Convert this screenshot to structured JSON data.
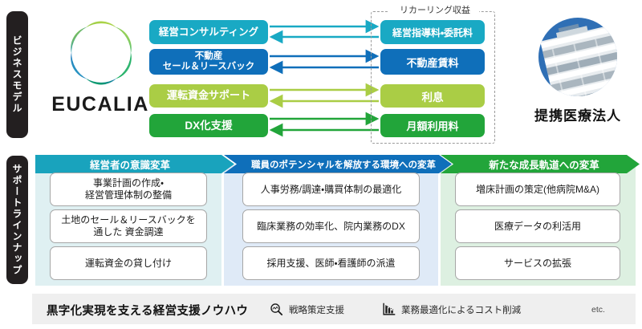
{
  "sidebar_tabs": [
    {
      "name": "business-model",
      "label": "ビジネスモデル"
    },
    {
      "name": "support-lineup",
      "label": "サポートラインナップ"
    }
  ],
  "business_model": {
    "brand": {
      "wordmark": "EUCALIA",
      "logo_icon": "eucalia-ring-logo"
    },
    "services": [
      {
        "label": "経営コンサルティング",
        "color": "#19a9c4"
      },
      {
        "label": "不動産\nセール＆リースバック",
        "color": "#0f6fba"
      },
      {
        "label": "運転資金サポート",
        "color": "#aacd45"
      },
      {
        "label": "DX化支援",
        "color": "#22a53a"
      }
    ],
    "recurring": {
      "frame_label": "リカーリング収益",
      "revenues": [
        {
          "label": "経営指導料・委託料",
          "color": "#19a9c4"
        },
        {
          "label": "不動産賃料",
          "color": "#0f6fba"
        },
        {
          "label": "利息",
          "color": "#aacd45"
        },
        {
          "label": "月額利用料",
          "color": "#22a53a"
        }
      ]
    },
    "partner": {
      "label": "提携医療法人",
      "photo_icon": "hospital-building-photo"
    }
  },
  "support_lineup": {
    "columns": [
      {
        "header": "経営者の意識変革",
        "header_color": "#19a3bd",
        "body_color": "#dff0f2",
        "items": [
          "事業計画の作成・\n経営管理体制の整備",
          "土地のセール＆リースバックを\n通した 資金調達",
          "運転資金の貸し付け"
        ]
      },
      {
        "header": "職員のポテンシャルを解放する環境への変革",
        "header_color": "#0f6fba",
        "body_color": "#dfeaf7",
        "items": [
          "人事労務/調達・購買体制の最適化",
          "臨床業務の効率化、院内業務のDX",
          "採用支援、医師・看護師の派遣"
        ]
      },
      {
        "header": "新たな成長軌道への変革",
        "header_color": "#22a53a",
        "body_color": "#ddf0e1",
        "items": [
          "増床計画の策定(他病院M&A)",
          "医療データの利活用",
          "サービスの拡張"
        ]
      }
    ]
  },
  "footer": {
    "title": "黒字化実現を支える経営支援ノウハウ",
    "items": [
      {
        "icon": "magnifier-analytics-icon",
        "label": "戦略策定支援"
      },
      {
        "icon": "bar-chart-icon",
        "label": "業務最適化によるコスト削減"
      }
    ],
    "etc": "etc."
  }
}
